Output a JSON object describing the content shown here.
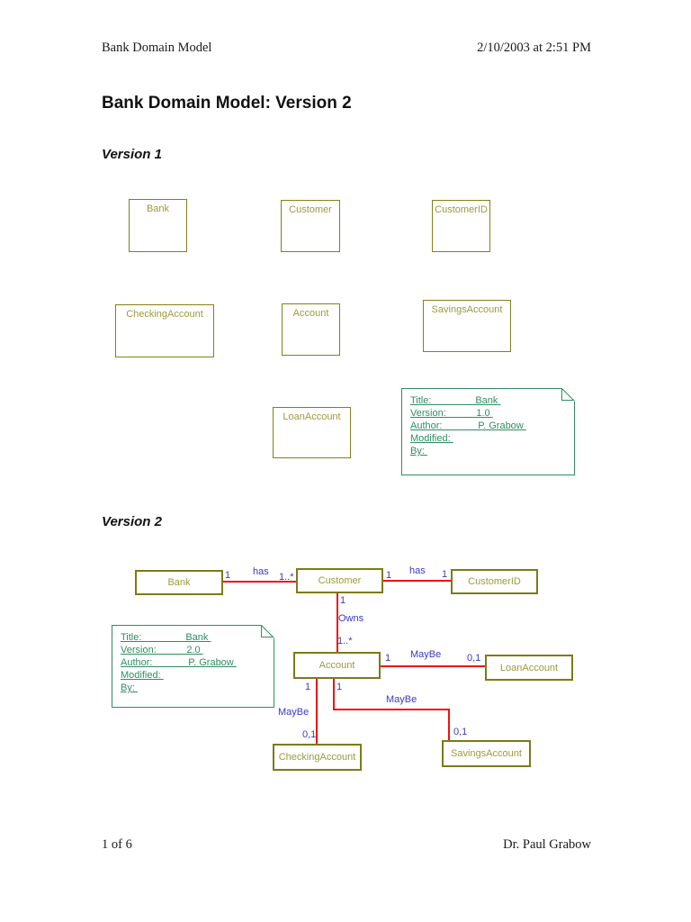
{
  "page": {
    "header_left": "Bank Domain Model",
    "header_right": "2/10/2003 at 2:51 PM",
    "title": "Bank Domain Model: Version 2",
    "footer_left": "1 of 6",
    "footer_right": "Dr. Paul Grabow"
  },
  "sections": {
    "version1": "Version 1",
    "version2": "Version 2"
  },
  "colors": {
    "class_box_border": "#847f1b",
    "class_box_text": "#9e9a3c",
    "relation_line": "#f01010",
    "relation_label": "#3838cc",
    "note_green": "#2e8e62"
  },
  "classes": {
    "bank": "Bank",
    "customer": "Customer",
    "customer_id": "CustomerID",
    "checking_account": "CheckingAccount",
    "account": "Account",
    "savings_account": "SavingsAccount",
    "loan_account": "LoanAccount"
  },
  "labels": {
    "one": "1",
    "one_to_many": "1..*",
    "zero_or_one": "0,1",
    "has": "has",
    "owns": "Owns",
    "maybe": "MayBe"
  },
  "notes": {
    "v1": {
      "title": "Title:                Bank ",
      "version": "Version:           1.0 ",
      "author": "Author:             P. Grabow ",
      "modified": "Modified: ",
      "by": "By: "
    },
    "v2": {
      "title": "Title:                Bank ",
      "version": "Version:           2.0 ",
      "author": "Author:             P. Grabow ",
      "modified": "Modified: ",
      "by": "By: "
    }
  }
}
